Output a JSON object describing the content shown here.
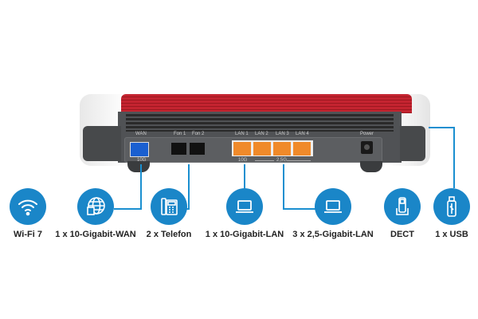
{
  "router": {
    "port_labels": {
      "wan": "WAN",
      "fon1": "Fon 1",
      "fon2": "Fon 2",
      "lan1": "LAN 1",
      "lan2": "LAN 2",
      "lan3": "LAN 3",
      "lan4": "LAN 4",
      "power": "Power"
    },
    "speed_labels": {
      "wan": "10G",
      "lan1": "10G",
      "lan234": "2,5G"
    }
  },
  "features": [
    {
      "label": "Wi-Fi 7",
      "icon": "wifi-icon"
    },
    {
      "label": "1 x 10-Gigabit-WAN",
      "icon": "globe-icon"
    },
    {
      "label": "2 x Telefon",
      "icon": "telephone-icon"
    },
    {
      "label": "1 x 10-Gigabit-LAN",
      "icon": "laptop-icon"
    },
    {
      "label": "3 x 2,5-Gigabit-LAN",
      "icon": "laptop-icon"
    },
    {
      "label": "DECT",
      "icon": "cordless-phone-icon"
    },
    {
      "label": "1 x USB",
      "icon": "usb-stick-icon"
    }
  ],
  "colors": {
    "accent": "#1a86c8",
    "red": "#b8202a",
    "panel": "#55575a",
    "lan": "#f08a2a",
    "wan": "#1a5fd0"
  }
}
